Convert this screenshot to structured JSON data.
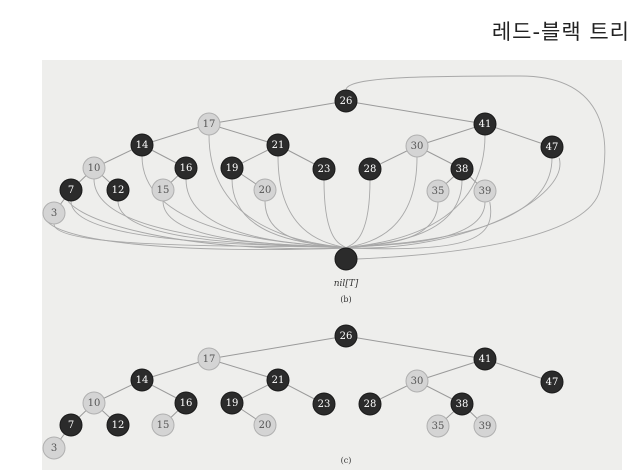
{
  "page": {
    "title": "레드-블랙 트리"
  },
  "colors": {
    "black_node": "#2b2b2b",
    "red_node": "#d4d4d4",
    "edge": "#9a9a9a",
    "panel": "#eeeeec"
  },
  "trees": [
    {
      "id": "b",
      "caption": "(b)",
      "sentinel_label": "nil[T]",
      "nodes": [
        {
          "key": "26",
          "label": "26",
          "color": "black"
        },
        {
          "key": "17",
          "label": "17",
          "color": "red"
        },
        {
          "key": "41",
          "label": "41",
          "color": "black"
        },
        {
          "key": "14",
          "label": "14",
          "color": "black"
        },
        {
          "key": "21",
          "label": "21",
          "color": "black"
        },
        {
          "key": "30",
          "label": "30",
          "color": "red"
        },
        {
          "key": "47",
          "label": "47",
          "color": "black"
        },
        {
          "key": "10",
          "label": "10",
          "color": "red"
        },
        {
          "key": "16",
          "label": "16",
          "color": "black"
        },
        {
          "key": "19",
          "label": "19",
          "color": "black"
        },
        {
          "key": "23",
          "label": "23",
          "color": "black"
        },
        {
          "key": "28",
          "label": "28",
          "color": "black"
        },
        {
          "key": "38",
          "label": "38",
          "color": "black"
        },
        {
          "key": "7",
          "label": "7",
          "color": "black"
        },
        {
          "key": "12",
          "label": "12",
          "color": "black"
        },
        {
          "key": "15",
          "label": "15",
          "color": "red"
        },
        {
          "key": "20",
          "label": "20",
          "color": "red"
        },
        {
          "key": "35",
          "label": "35",
          "color": "red"
        },
        {
          "key": "39",
          "label": "39",
          "color": "red"
        },
        {
          "key": "3",
          "label": "3",
          "color": "red"
        }
      ],
      "edges": [
        [
          "26",
          "17"
        ],
        [
          "26",
          "41"
        ],
        [
          "17",
          "14"
        ],
        [
          "17",
          "21"
        ],
        [
          "41",
          "30"
        ],
        [
          "41",
          "47"
        ],
        [
          "14",
          "10"
        ],
        [
          "14",
          "16"
        ],
        [
          "21",
          "19"
        ],
        [
          "21",
          "23"
        ],
        [
          "30",
          "28"
        ],
        [
          "30",
          "38"
        ],
        [
          "10",
          "7"
        ],
        [
          "10",
          "12"
        ],
        [
          "16",
          "15"
        ],
        [
          "19",
          "20"
        ],
        [
          "38",
          "35"
        ],
        [
          "38",
          "39"
        ],
        [
          "7",
          "3"
        ]
      ]
    },
    {
      "id": "c",
      "caption": "(c)",
      "nodes": [
        {
          "key": "26",
          "label": "26",
          "color": "black"
        },
        {
          "key": "17",
          "label": "17",
          "color": "red"
        },
        {
          "key": "41",
          "label": "41",
          "color": "black"
        },
        {
          "key": "14",
          "label": "14",
          "color": "black"
        },
        {
          "key": "21",
          "label": "21",
          "color": "black"
        },
        {
          "key": "30",
          "label": "30",
          "color": "red"
        },
        {
          "key": "47",
          "label": "47",
          "color": "black"
        },
        {
          "key": "10",
          "label": "10",
          "color": "red"
        },
        {
          "key": "16",
          "label": "16",
          "color": "black"
        },
        {
          "key": "19",
          "label": "19",
          "color": "black"
        },
        {
          "key": "23",
          "label": "23",
          "color": "black"
        },
        {
          "key": "28",
          "label": "28",
          "color": "black"
        },
        {
          "key": "38",
          "label": "38",
          "color": "black"
        },
        {
          "key": "7",
          "label": "7",
          "color": "black"
        },
        {
          "key": "12",
          "label": "12",
          "color": "black"
        },
        {
          "key": "15",
          "label": "15",
          "color": "red"
        },
        {
          "key": "20",
          "label": "20",
          "color": "red"
        },
        {
          "key": "35",
          "label": "35",
          "color": "red"
        },
        {
          "key": "39",
          "label": "39",
          "color": "red"
        },
        {
          "key": "3",
          "label": "3",
          "color": "red"
        }
      ],
      "edges": [
        [
          "26",
          "17"
        ],
        [
          "26",
          "41"
        ],
        [
          "17",
          "14"
        ],
        [
          "17",
          "21"
        ],
        [
          "41",
          "30"
        ],
        [
          "41",
          "47"
        ],
        [
          "14",
          "10"
        ],
        [
          "14",
          "16"
        ],
        [
          "21",
          "19"
        ],
        [
          "21",
          "23"
        ],
        [
          "30",
          "28"
        ],
        [
          "30",
          "38"
        ],
        [
          "10",
          "7"
        ],
        [
          "10",
          "12"
        ],
        [
          "16",
          "15"
        ],
        [
          "19",
          "20"
        ],
        [
          "38",
          "35"
        ],
        [
          "38",
          "39"
        ],
        [
          "7",
          "3"
        ]
      ]
    }
  ]
}
